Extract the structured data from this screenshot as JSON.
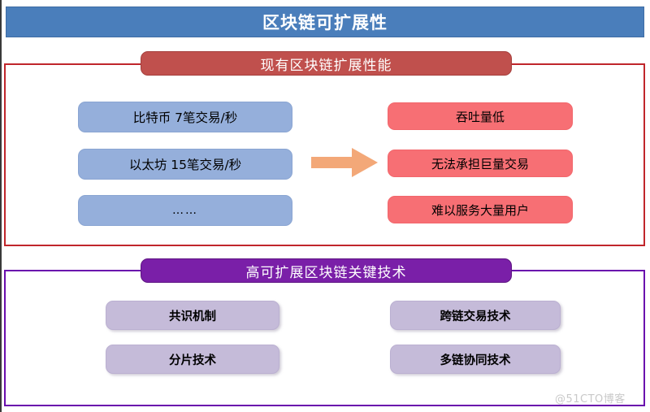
{
  "slide": {
    "title": "区块链可扩展性",
    "title_bar_color": "#4A7EBB",
    "background": "#FFFFFF"
  },
  "sections": [
    {
      "id": "existing-performance",
      "header": "现有区块链扩展性能",
      "header_color": "#C0504D",
      "border_color": "#C0262B",
      "left_column": {
        "item_color": "#95AFDB",
        "items": [
          {
            "label": "比特币 7笔交易/秒"
          },
          {
            "label": "以太坊 15笔交易/秒"
          },
          {
            "label": "……"
          }
        ]
      },
      "connector": {
        "icon": "right-arrow-icon",
        "color": "#F3A878"
      },
      "right_column": {
        "item_color": "#F76F74",
        "items": [
          {
            "label": "吞吐量低"
          },
          {
            "label": "无法承担巨量交易"
          },
          {
            "label": "难以服务大量用户"
          }
        ]
      }
    },
    {
      "id": "key-technologies",
      "header": "高可扩展区块链关键技术",
      "header_color": "#7A1FA8",
      "border_color": "#6A0DAD",
      "item_color": "#C5BBD9",
      "left_column": {
        "items": [
          {
            "label": "共识机制"
          },
          {
            "label": "分片技术"
          }
        ]
      },
      "right_column": {
        "items": [
          {
            "label": "跨链交易技术"
          },
          {
            "label": "多链协同技术"
          }
        ]
      }
    }
  ],
  "watermark": {
    "text": "@51CTO博客",
    "color": "#C9C9C9"
  }
}
